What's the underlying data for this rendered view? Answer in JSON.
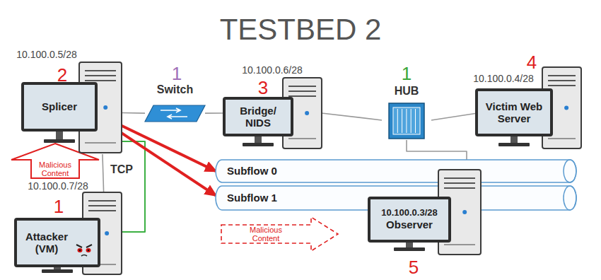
{
  "diagram": {
    "title": "TESTBED 2",
    "nodes": [
      {
        "text": [
          "Splicer"
        ]
      },
      {
        "text": [
          "Switch"
        ]
      },
      {
        "text": [
          "Bridge/ NIDS"
        ]
      },
      {
        "text": [
          "HUB"
        ]
      },
      {
        "text": [
          "Victim Web Server"
        ]
      },
      {
        "text": [
          "Subflow 0"
        ]
      },
      {
        "text": [
          "Subflow 1"
        ]
      },
      {
        "text": [
          "10.100.0.3/28",
          "Observer"
        ]
      },
      {
        "text": [
          "Attacker (VM)"
        ]
      }
    ],
    "edges": [
      {
        "from": 0,
        "to": 1,
        "arrow": "none"
      },
      {
        "from": 1,
        "to": 2,
        "arrow": "none"
      },
      {
        "from": 2,
        "to": 3,
        "arrow": "none"
      },
      {
        "from": 3,
        "to": 4,
        "arrow": "none"
      },
      {
        "from": 3,
        "to": 7,
        "arrow": "none"
      },
      {
        "from": 8,
        "to": 0,
        "label": "TCP",
        "arrow": "none"
      },
      {
        "from": 8,
        "to": 0,
        "arrow": "none"
      },
      {
        "from": 0,
        "to": 5,
        "arrow": "to"
      },
      {
        "from": 0,
        "to": 6,
        "arrow": "to"
      }
    ],
    "labels": [
      "10.100.0.5/28",
      "2",
      "1",
      "10.100.0.6/28",
      "3",
      "1",
      "10.100.0.4/28",
      "4",
      "Malicious Content",
      "10.100.0.7/28",
      "1",
      "Malicious Content",
      "5"
    ]
  }
}
